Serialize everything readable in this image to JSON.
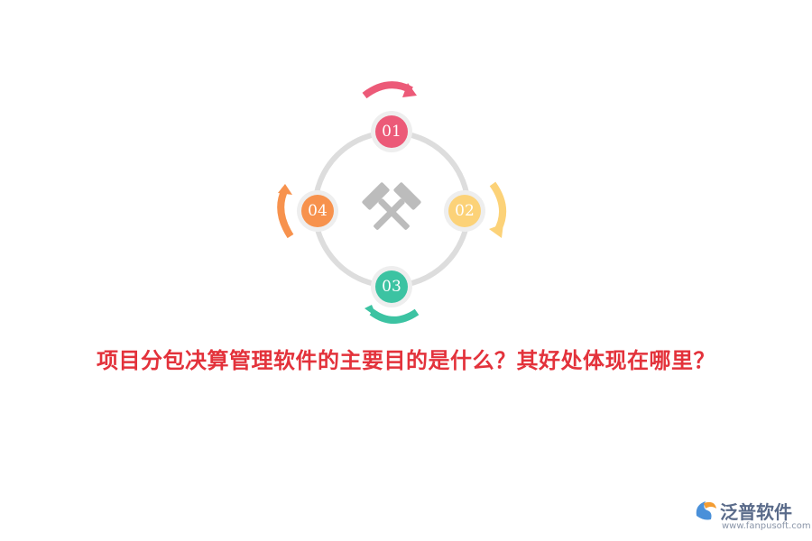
{
  "title": "项目分包决算管理软件的主要目的是什么？其好处体现在哪里？",
  "cycle": {
    "nodes": [
      {
        "label": "01",
        "color": "#ec5a78"
      },
      {
        "label": "02",
        "color": "#fcd278"
      },
      {
        "label": "03",
        "color": "#3cc3a2"
      },
      {
        "label": "04",
        "color": "#f7924d"
      }
    ],
    "ring_color": "#dddddd",
    "center_icon": "crossed-hammers-icon",
    "icon_color": "#bcbcbc"
  },
  "brand": {
    "name": "泛普软件",
    "url": "www.fanpusoft.com",
    "logo_icon": "fanpu-logo-icon"
  }
}
